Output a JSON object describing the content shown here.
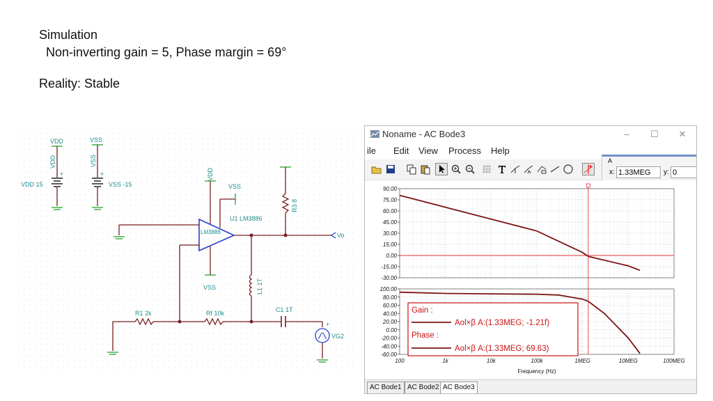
{
  "slide": {
    "title": "Simulation",
    "subtitle": "Non-inverting gain = 5,   Phase margin = 69°",
    "reality": "Reality: Stable"
  },
  "schematic": {
    "labels": {
      "vdd_top": "VDD",
      "vss_top": "VSS",
      "vdd_rot": "VDD",
      "vss_rot": "VSS",
      "plus1": "+",
      "plus2": "+",
      "vdd15": "VDD 15",
      "vss15": "VSS -15",
      "vdd_opamp": "VDD",
      "vss_opamp_top": "VSS",
      "u1": "U1 LM3886",
      "lm3886": "LM3886",
      "vss_bottom": "VSS",
      "r3": "R3 8",
      "l1": "L1 1T",
      "r1": "R1 2k",
      "rf": "Rf 10k",
      "c1": "C1 1T",
      "vg2": "VG2",
      "vo": "Vo",
      "plus_vg": "+"
    }
  },
  "window": {
    "title": "Noname - AC Bode3",
    "minimize": "–",
    "maximize": "☐",
    "close": "✕",
    "menu": [
      "ile",
      "Edit",
      "View",
      "Process",
      "Help"
    ],
    "cursor": {
      "label": "A",
      "x_label": "x:",
      "x_value": "1.33MEG",
      "y_label": "y:",
      "y_value": "0"
    },
    "tabs": [
      "AC Bode1",
      "AC Bode2",
      "AC Bode3"
    ],
    "active_tab": "AC Bode3"
  },
  "colors": {
    "curve": "#7a1212",
    "cursor": "#e33333",
    "legend": "#cc1111",
    "zero_line": "#e33333"
  },
  "chart_data": [
    {
      "type": "line",
      "title": "",
      "xlabel": "",
      "ylabel": "",
      "x_scale": "log",
      "xlim": [
        100,
        100000000
      ],
      "ylim": [
        -30,
        90
      ],
      "y_ticks": [
        "90.00",
        "75.00",
        "60.00",
        "45.00",
        "30.00",
        "15.00",
        "0.00",
        "-15.00",
        "-30.00"
      ],
      "grid": true,
      "series": [
        {
          "x": [
            100,
            1000,
            10000,
            100000,
            1000000,
            1330000,
            10000000,
            18000000
          ],
          "y": [
            81,
            65,
            49,
            33,
            4,
            -1.21,
            -14,
            -20
          ]
        }
      ]
    },
    {
      "type": "line",
      "title": "",
      "xlabel": "Frequency (Hz)",
      "ylabel": "",
      "x_scale": "log",
      "xlim": [
        100,
        100000000
      ],
      "ylim": [
        -60,
        100
      ],
      "y_ticks": [
        "100.00",
        "80.00",
        "60.00",
        "40.00",
        "20.00",
        "0.00",
        "-20.00",
        "-40.00",
        "-60.00"
      ],
      "x_ticks": [
        "100",
        "1k",
        "10k",
        "100k",
        "1MEG",
        "10MEG",
        "100MEG"
      ],
      "grid": true,
      "series": [
        {
          "x": [
            100,
            1000,
            10000,
            100000,
            300000,
            1000000,
            1330000,
            3000000,
            10000000,
            18000000
          ],
          "y": [
            92,
            89,
            88,
            87,
            85,
            75,
            69.63,
            40,
            -20,
            -58
          ]
        }
      ],
      "legend": {
        "gain_header": "Gain :",
        "gain_entry": "Aol×β   A:(1.33MEG; -1.21f)",
        "phase_header": "Phase :",
        "phase_entry": "Aol×β    A:(1.33MEG; 69.63)"
      },
      "cursor_x": 1330000
    }
  ]
}
